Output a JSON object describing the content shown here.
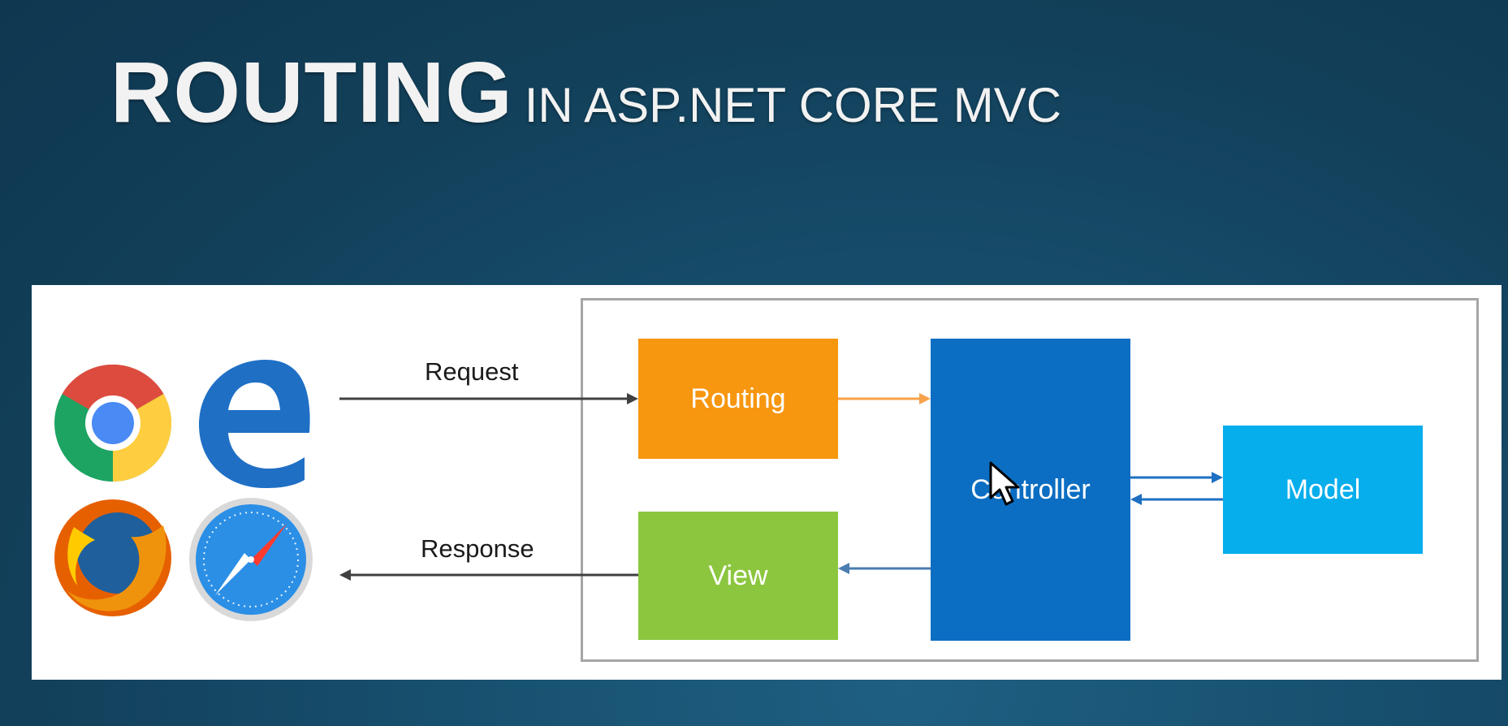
{
  "title": {
    "main": "ROUTING",
    "sub": "IN ASP.NET CORE MVC"
  },
  "diagram": {
    "request_label": "Request",
    "response_label": "Response",
    "routing": "Routing",
    "controller": "Controller",
    "model": "Model",
    "view": "View"
  },
  "browsers": [
    "chrome-icon",
    "edge-icon",
    "firefox-icon",
    "safari-icon"
  ],
  "colors": {
    "routing": "#f7960f",
    "view": "#8cc63f",
    "controller": "#0b6ec2",
    "model": "#06aeec",
    "routing_arrow": "#f7a24b",
    "controller_arrows": "#1e6fc2",
    "view_arrow": "#4a7db0",
    "request_arrow": "#404040"
  }
}
